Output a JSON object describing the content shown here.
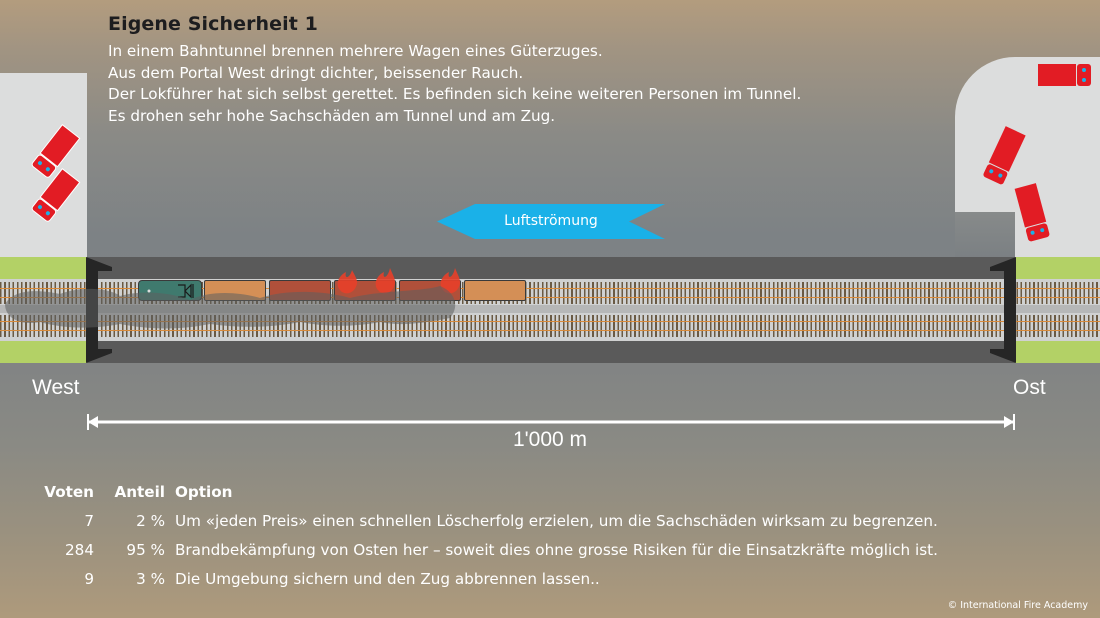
{
  "header": {
    "title": "Eigene Sicherheit 1",
    "description": [
      "In einem Bahntunnel brennen mehrere Wagen eines Güterzuges.",
      "Aus dem Portal West dringt dichter, beissender Rauch.",
      "Der Lokführer hat sich selbst gerettet. Es befinden sich keine weiteren Personen im Tunnel.",
      "Es drohen sehr hohe Sachschäden am Tunnel und am Zug."
    ]
  },
  "diagram": {
    "airflow_label": "Luftströmung",
    "airflow_direction": "west",
    "airflow_color": "#1ab1e8",
    "west_label": "West",
    "east_label": "Ost",
    "distance_label": "1'000 m",
    "vehicle_color": "#e21c24",
    "grass_color": "#b3d166",
    "train": {
      "locomotive_color": "#3f7a6e",
      "wagons": [
        {
          "color": "#b77a4c",
          "burning": false
        },
        {
          "color": "#b0503a",
          "burning": true
        },
        {
          "color": "#b0503a",
          "burning": true
        },
        {
          "color": "#b0503a",
          "burning": true
        },
        {
          "color": "#d48f56",
          "burning": false
        }
      ]
    }
  },
  "poll": {
    "headers": {
      "votes": "Voten",
      "share": "Anteil",
      "option": "Option"
    },
    "rows": [
      {
        "votes": "7",
        "share": "2 %",
        "option": "Um «jeden Preis» einen schnellen Löscherfolg erzielen, um die Sachschäden wirksam zu begrenzen."
      },
      {
        "votes": "284",
        "share": "95 %",
        "option": "Brandbekämpfung von Osten her – soweit dies ohne grosse Risiken für die Einsatzkräfte möglich ist."
      },
      {
        "votes": "9",
        "share": "3 %",
        "option": "Die Umgebung sichern und den Zug abbrennen lassen.."
      }
    ]
  },
  "footer": {
    "copyright": "© International Fire Academy"
  }
}
